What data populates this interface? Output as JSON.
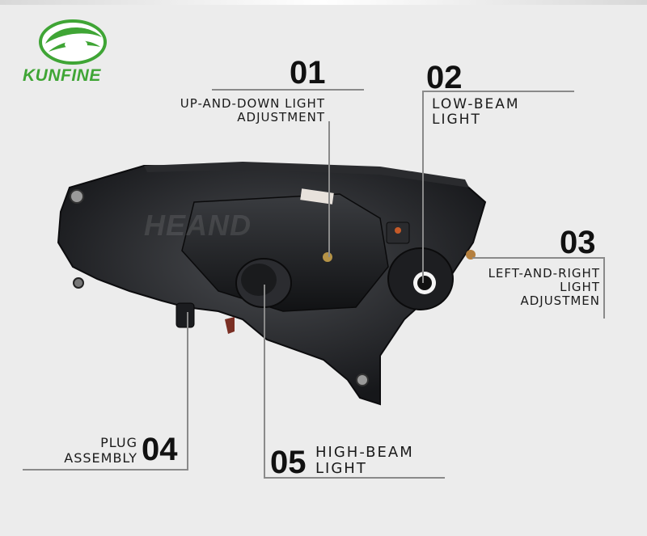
{
  "brand": {
    "name": "KUNFINE",
    "color": "#3fa535"
  },
  "watermark": "HEAND",
  "callouts": [
    {
      "number": "01",
      "line1": "UP-AND-DOWN LIGHT",
      "line2": "ADJUSTMENT"
    },
    {
      "number": "02",
      "line1": "LOW-BEAM",
      "line2": "LIGHT"
    },
    {
      "number": "03",
      "line1": "LEFT-AND-RIGHT",
      "line2": "LIGHT",
      "line3": "ADJUSTMEN"
    },
    {
      "number": "04",
      "line1": "PLUG",
      "line2": "ASSEMBLY"
    },
    {
      "number": "05",
      "line1": "HIGH-BEAM",
      "line2": "LIGHT"
    }
  ]
}
